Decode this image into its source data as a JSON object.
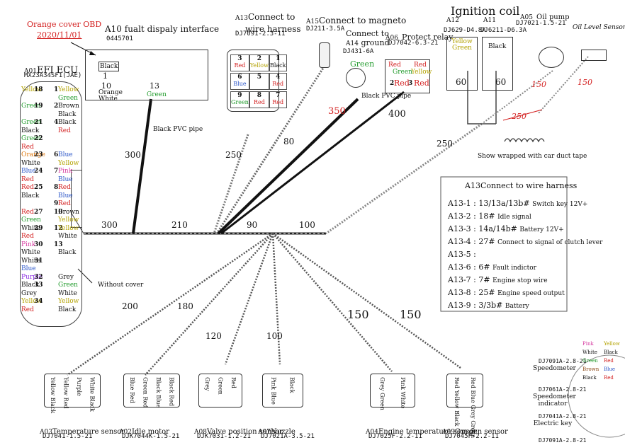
{
  "colors": {
    "red": "#d32020",
    "green": "#1f9a2a",
    "blue": "#2a55c8",
    "purple": "#8a2be2",
    "orange": "#e07a10",
    "pink": "#d63aa0",
    "yellow": "#b3a200",
    "wire": "#111111"
  },
  "header": {
    "obd_title": "Orange cover OBD",
    "obd_date": "2020/11/01",
    "oil_level_sensor": "Oil Level Sensor"
  },
  "ecu": {
    "code": "A01",
    "title": "EFI ECU",
    "part": "MX23A34SF1(JAE)",
    "without_cover": "Without cover",
    "pins": [
      {
        "n": "18",
        "l": "Yellow",
        "r": "Yellow",
        "rn": "1"
      },
      {
        "n": "",
        "l": "",
        "r": "Green",
        "rn": ""
      },
      {
        "n": "19",
        "l": "Green",
        "r": "Brown",
        "rn": "2"
      },
      {
        "n": "",
        "l": "",
        "r": "Black",
        "rn": ""
      },
      {
        "n": "21",
        "l": "Green",
        "r": "Black",
        "rn": "4"
      },
      {
        "n": "",
        "l": "Black",
        "r": "Red",
        "rn": ""
      },
      {
        "n": "22",
        "l": "Green",
        "r": "",
        "rn": ""
      },
      {
        "n": "",
        "l": "Red",
        "r": "",
        "rn": ""
      },
      {
        "n": "23",
        "l": "Orange",
        "r": "Blue",
        "rn": "6"
      },
      {
        "n": "",
        "l": "White",
        "r": "Yellow",
        "rn": ""
      },
      {
        "n": "24",
        "l": "Blue",
        "r": "Pink",
        "rn": "7"
      },
      {
        "n": "",
        "l": "Red",
        "r": "Blue",
        "rn": ""
      },
      {
        "n": "25",
        "l": "Red",
        "r": "Red",
        "rn": "8"
      },
      {
        "n": "",
        "l": "Black",
        "r": "Blue",
        "rn": ""
      },
      {
        "n": "",
        "l": "",
        "r": "Red",
        "rn": "9"
      },
      {
        "n": "27",
        "l": "Red",
        "r": "Brown",
        "rn": "10"
      },
      {
        "n": "",
        "l": "Green",
        "r": "Yellow",
        "rn": ""
      },
      {
        "n": "29",
        "l": "White",
        "r": "Yellow",
        "rn": "12"
      },
      {
        "n": "",
        "l": "Red",
        "r": "White",
        "rn": ""
      },
      {
        "n": "30",
        "l": "Pink",
        "r": "",
        "rn": "13"
      },
      {
        "n": "",
        "l": "White",
        "r": "Black",
        "rn": ""
      },
      {
        "n": "31",
        "l": "White",
        "r": "",
        "rn": ""
      },
      {
        "n": "",
        "l": "Blue",
        "r": "",
        "rn": ""
      },
      {
        "n": "32",
        "l": "Purple",
        "r": "Grey",
        "rn": ""
      },
      {
        "n": "33",
        "l": "Black",
        "r": "Green",
        "rn": ""
      },
      {
        "n": "",
        "l": "Grey",
        "r": "White",
        "rn": ""
      },
      {
        "n": "34",
        "l": "Yellow",
        "r": "Yellow",
        "rn": ""
      },
      {
        "n": "",
        "l": "Red",
        "r": "Black",
        "rn": ""
      }
    ]
  },
  "fault": {
    "code": "A10",
    "title": "fualt dispaly interface",
    "part": "0445701",
    "pin1_color": "Black",
    "pin1": "1",
    "pin10": "10",
    "pin13": "13",
    "pin10_colors": "Orange White",
    "pin13_color": "Green",
    "pipe": "Black PVC pipe",
    "length": "300"
  },
  "a13": {
    "code": "A13",
    "title1": "Connect to",
    "title2": "wire harness",
    "part": "DJ7091-2.3-11",
    "cells": [
      {
        "n": "3",
        "c": "Red"
      },
      {
        "n": "2",
        "c": "Yellow"
      },
      {
        "n": "1",
        "c": "Black"
      },
      {
        "n": "6",
        "c": "Blue"
      },
      {
        "n": "5",
        "c": ""
      },
      {
        "n": "4",
        "c": "Red"
      },
      {
        "n": "9",
        "c": "Green"
      },
      {
        "n": "8",
        "c": "Red"
      },
      {
        "n": "7",
        "c": "Red"
      }
    ],
    "length": "250"
  },
  "a15": {
    "code": "A15",
    "title": "Connect to magneto",
    "part": "DJ211-3.5A",
    "length": "80"
  },
  "a14": {
    "code": "A14",
    "title1": "Connect to",
    "title2": "ground",
    "part": "DJ431-6A",
    "wire": "Green",
    "pipe": "Black PVC pipe",
    "length": "350"
  },
  "a06": {
    "code": "A06",
    "title": "Protect relay",
    "part": "DJ7042-6.3-21",
    "c1": "Red",
    "c2": "Green",
    "c3": "Red",
    "c4": "Yellow",
    "c5": "Red",
    "c6": "Red",
    "n2": "2",
    "n3": "3",
    "length": "400"
  },
  "ignition": {
    "title": "Ignition coil",
    "a12": "A12",
    "a11": "A11",
    "p12": "DJ629-D4.8A",
    "p11": "DJ6211-D6.3A",
    "c12": "Yellow Green",
    "c11": "Black",
    "l12": "60",
    "l11": "60",
    "trunk": "250"
  },
  "a05": {
    "code": "A05",
    "title": "Oil pump",
    "part": "DJ7021-1.5-21",
    "l1": "150",
    "l2": "150",
    "l3": "250"
  },
  "tape_note": "Show wrapped with car duct tape",
  "segments": {
    "s300": "300",
    "s210": "210",
    "s90": "90",
    "s100": "100"
  },
  "branches": {
    "b200": "200",
    "b180": "180",
    "b120": "120",
    "b100": "100",
    "b150a": "150",
    "b150b": "150"
  },
  "legend": {
    "title": "A13Connect to wire harness",
    "rows": [
      {
        "k": "A13-1",
        "v": "13/13a/13b#",
        "d": "Switch key 12V+"
      },
      {
        "k": "A13-2",
        "v": "18#",
        "d": "Idle signal"
      },
      {
        "k": "A13-3",
        "v": "14a/14b#",
        "d": "Battery 12V+"
      },
      {
        "k": "A13-4",
        "v": "27#",
        "d": "Connect to signal of clutch lever"
      },
      {
        "k": "A13-5",
        "v": "",
        "d": ""
      },
      {
        "k": "A13-6",
        "v": "6#",
        "d": "Fault indictor"
      },
      {
        "k": "A13-7",
        "v": "7#",
        "d": "Engine stop wire"
      },
      {
        "k": "A13-8",
        "v": "25#",
        "d": "Engine speed output"
      },
      {
        "k": "A13-9",
        "v": "3/3b#",
        "d": "Battery"
      }
    ]
  },
  "bottom": [
    {
      "code": "A03",
      "name": "Temperature sensor",
      "part": "DJ7041-1.5-21",
      "pins": [
        "Yellow Black",
        "Yellow Red",
        "Purple",
        "White Black"
      ]
    },
    {
      "code": "A02",
      "name": "Idle motor",
      "part": "DJK7044K-1.5-21",
      "pins": [
        "Blue Red",
        "Green Red",
        "Black Blue",
        "Black Red"
      ]
    },
    {
      "code": "A08",
      "name": "Valve position sensor",
      "part": "DJK7031-1.2-21",
      "pins": [
        "Grey",
        "Green",
        "Red"
      ]
    },
    {
      "code": "A07",
      "name": "Nuzzle",
      "part": "DJ7021A-3.5-21",
      "pins": [
        "Pink Blue",
        "Black"
      ]
    },
    {
      "code": "A04",
      "name": "Engine temperature sensor",
      "part": "DJ7025F-2.2-11",
      "pins": [
        "Grey Green",
        "Pink White"
      ]
    },
    {
      "code": "A09",
      "name": "Oxygen sensor",
      "part": "DJ7045F-2.2-11",
      "pins": [
        "Red Yellow Black",
        "Red Blue Grey Green"
      ]
    }
  ],
  "side": [
    {
      "part": "DJ7091A-2.8-21",
      "name": "Speedometer"
    },
    {
      "part": "DJ7061A-2.8-21",
      "name": "Speedometer indicator"
    },
    {
      "part": "DJ7041A-2.8-21",
      "name": "Electric key"
    },
    {
      "part": "DJ7091A-2.8-21",
      "name": ""
    }
  ],
  "side_colors": [
    "Pink",
    "Yellow",
    "White",
    "Black",
    "Green",
    "Red",
    "Brown",
    "Blue",
    "Black",
    "Red"
  ]
}
